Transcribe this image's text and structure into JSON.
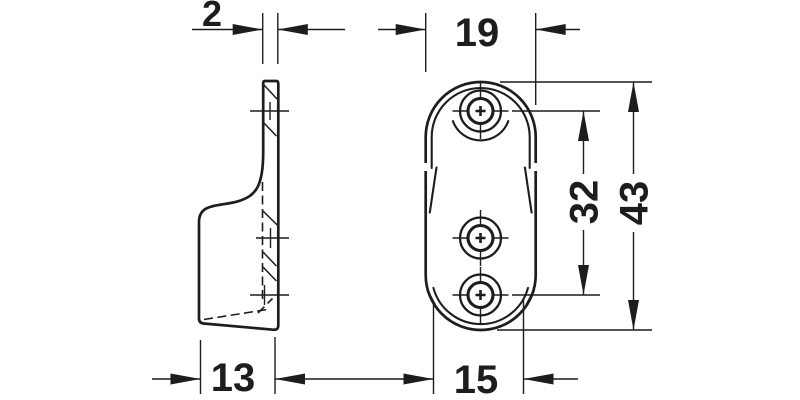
{
  "drawing": {
    "background": "#ffffff",
    "line_color": "#1d1d1b",
    "dimensions": {
      "plate_thickness": "2",
      "front_width": "19",
      "side_depth": "13",
      "bottom_width": "15",
      "hole_spacing": "32",
      "overall_height": "43"
    }
  }
}
